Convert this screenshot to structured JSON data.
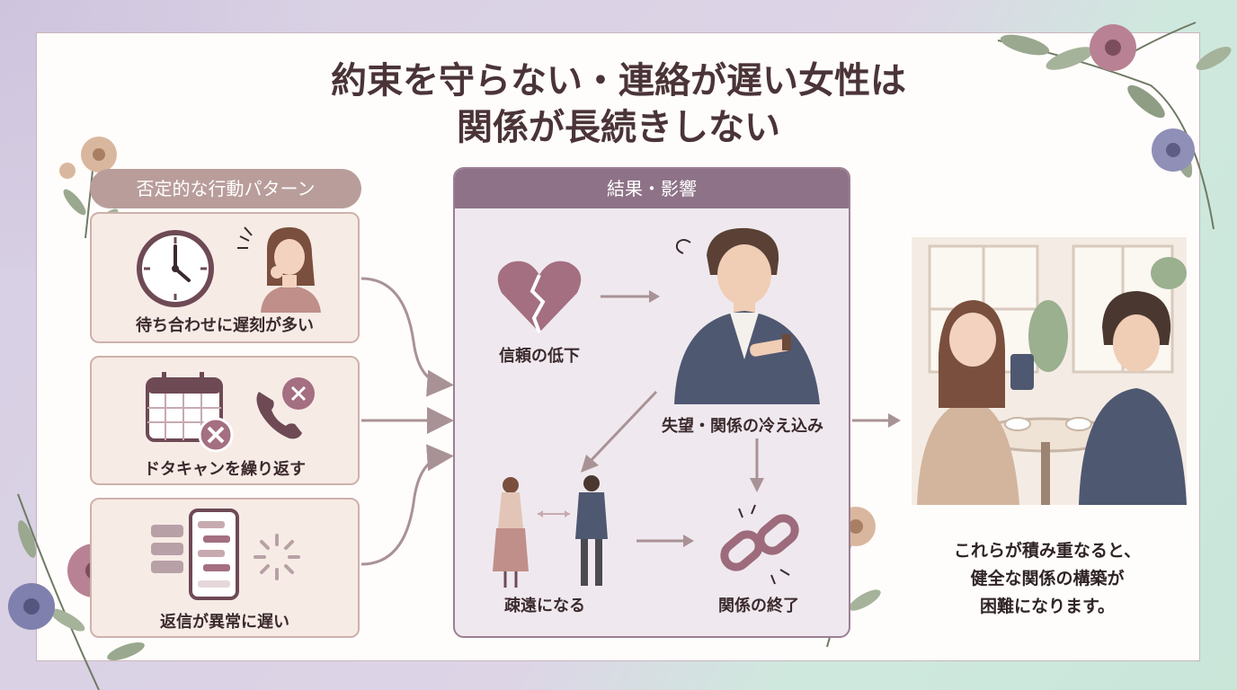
{
  "title": {
    "line1": "約束を守らない・連絡が遅い女性は",
    "line2": "関係が長続きしない"
  },
  "left_panel": {
    "header": "否定的な行動パターン",
    "items": [
      {
        "label": "待ち合わせに遅刻が多い",
        "icons": [
          "clock-icon",
          "worried-woman-illustration"
        ]
      },
      {
        "label": "ドタキャンを繰り返す",
        "icons": [
          "calendar-cancel-icon",
          "phone-cancel-icon"
        ]
      },
      {
        "label": "返信が異常に遅い",
        "icons": [
          "smartphone-chat-icon",
          "loading-spinner-icon"
        ]
      }
    ]
  },
  "result_panel": {
    "header": "結果・影響",
    "nodes": [
      {
        "label": "信頼の低下",
        "icon": "broken-heart-icon"
      },
      {
        "label": "失望・関係の冷え込み",
        "icon": "disappointed-man-illustration"
      },
      {
        "label": "疎遠になる",
        "icon": "distant-couple-illustration"
      },
      {
        "label": "関係の終了",
        "icon": "broken-chain-icon"
      }
    ]
  },
  "summary": {
    "line1": "これらが積み重なると、",
    "line2": "健全な関係の構築が",
    "line3": "困難になります。"
  },
  "colors": {
    "title": "#4a3438",
    "left_header_bg": "#b99d9b",
    "result_header_bg": "#8e7388",
    "card_bg": "#f7ebe6",
    "result_bg": "#efe9ef",
    "arrow": "#a99296",
    "icon_dark": "#6e4a55",
    "icon_fill": "#a46f80"
  }
}
